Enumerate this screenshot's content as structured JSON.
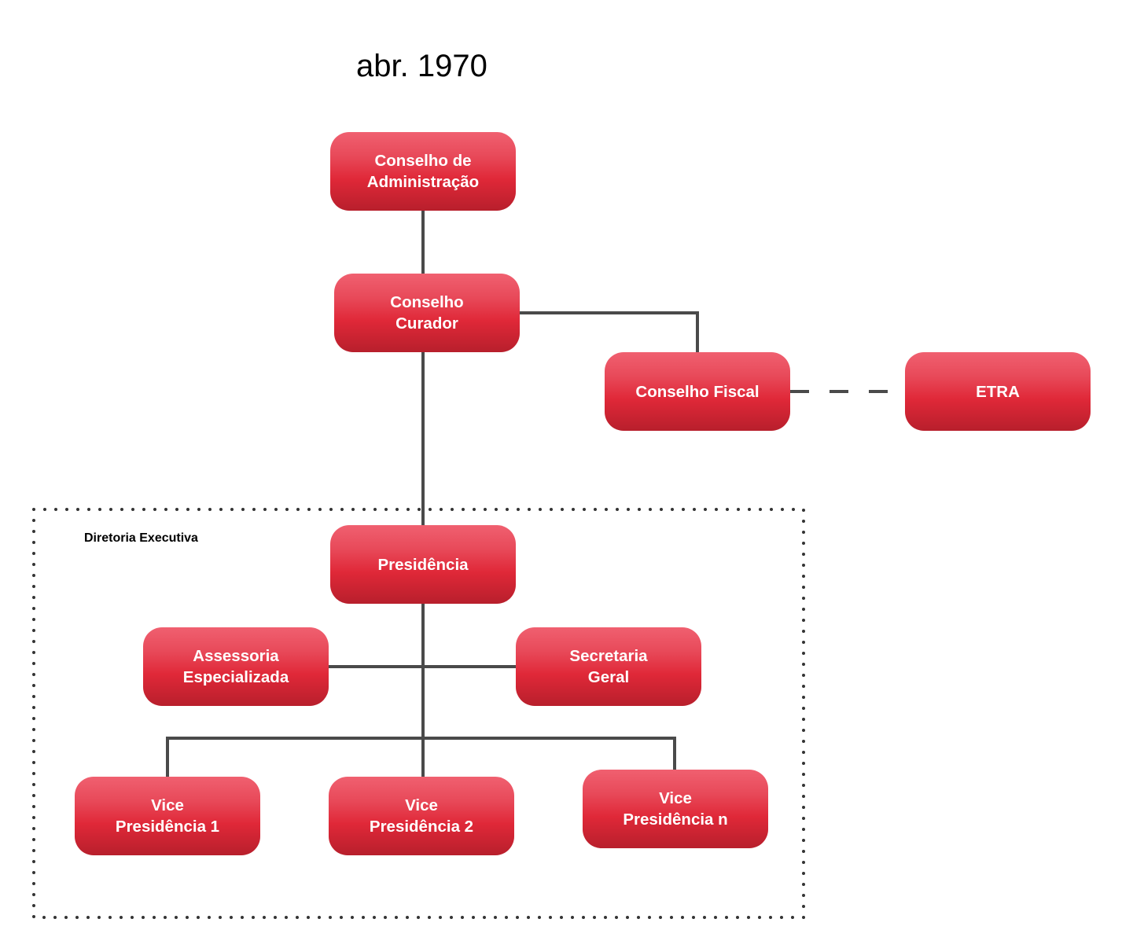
{
  "title": "abr. 1970",
  "group_label": "Diretoria Executiva",
  "colors": {
    "box": "#e02838",
    "line": "#4a4a4a"
  },
  "nodes": {
    "conselho_administracao": "Conselho de\nAdministração",
    "conselho_curador": "Conselho\nCurador",
    "conselho_fiscal": "Conselho Fiscal",
    "etra": "ETRA",
    "presidencia": "Presidência",
    "assessoria": "Assessoria\nEspecializada",
    "secretaria": "Secretaria\nGeral",
    "vp1": "Vice\nPresidência 1",
    "vp2": "Vice\nPresidência 2",
    "vpn": "Vice\nPresidência n"
  }
}
